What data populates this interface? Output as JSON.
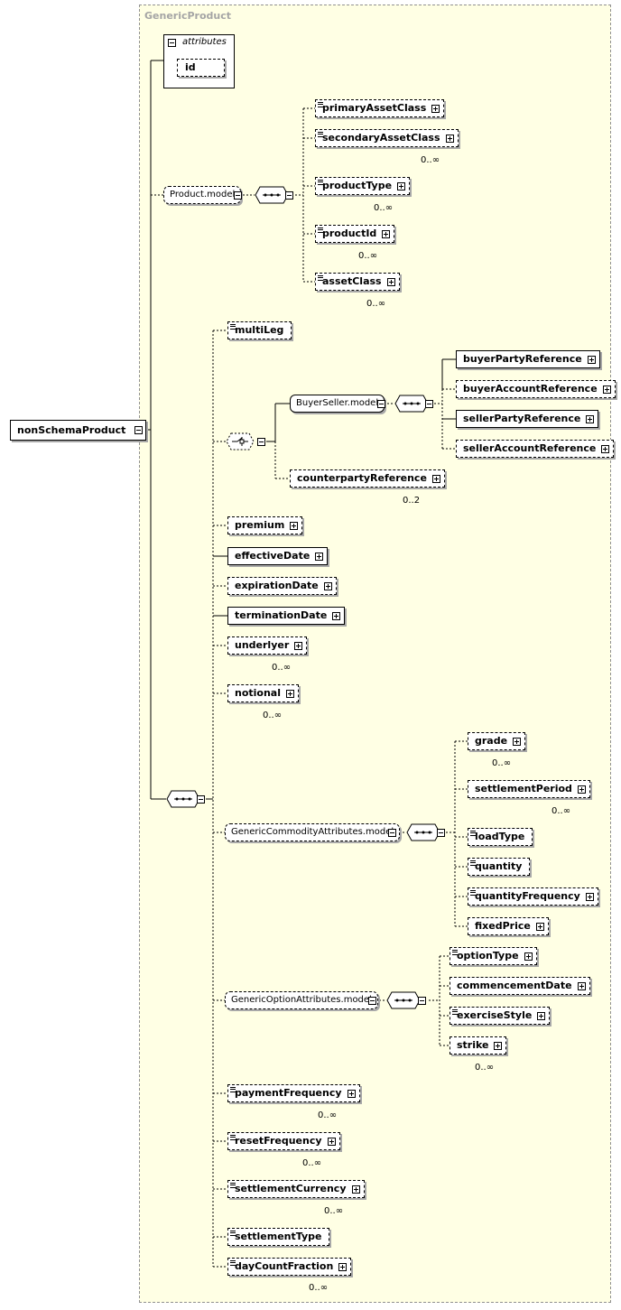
{
  "group_title": "GenericProduct",
  "root": "nonSchemaProduct",
  "attributes": {
    "label": "attributes",
    "items": [
      "id"
    ]
  },
  "product_model": {
    "label": "Product.model",
    "children": [
      {
        "name": "primaryAssetClass",
        "card": ""
      },
      {
        "name": "secondaryAssetClass",
        "card": "0..∞"
      },
      {
        "name": "productType",
        "card": "0..∞"
      },
      {
        "name": "productId",
        "card": "0..∞"
      },
      {
        "name": "assetClass",
        "card": "0..∞"
      }
    ]
  },
  "multiLeg": "multiLeg",
  "buyer_seller": {
    "label": "BuyerSeller.model",
    "children": [
      "buyerPartyReference",
      "buyerAccountReference",
      "sellerPartyReference",
      "sellerAccountReference"
    ],
    "counterparty": "counterpartyReference",
    "counterparty_card": "0..2"
  },
  "items": [
    {
      "name": "premium",
      "card": ""
    },
    {
      "name": "effectiveDate",
      "card": ""
    },
    {
      "name": "expirationDate",
      "card": ""
    },
    {
      "name": "terminationDate",
      "card": ""
    },
    {
      "name": "underlyer",
      "card": "0..∞"
    },
    {
      "name": "notional",
      "card": "0..∞"
    }
  ],
  "commodity": {
    "label": "GenericCommodityAttributes.model",
    "children": [
      {
        "name": "grade",
        "card": "0..∞"
      },
      {
        "name": "settlementPeriod",
        "card": "0..∞"
      },
      {
        "name": "loadType",
        "card": ""
      },
      {
        "name": "quantity",
        "card": ""
      },
      {
        "name": "quantityFrequency",
        "card": ""
      },
      {
        "name": "fixedPrice",
        "card": ""
      }
    ]
  },
  "option": {
    "label": "GenericOptionAttributes.model",
    "children": [
      {
        "name": "optionType",
        "card": ""
      },
      {
        "name": "commencementDate",
        "card": ""
      },
      {
        "name": "exerciseStyle",
        "card": ""
      },
      {
        "name": "strike",
        "card": "0..∞"
      }
    ]
  },
  "tail": [
    {
      "name": "paymentFrequency",
      "card": "0..∞"
    },
    {
      "name": "resetFrequency",
      "card": "0..∞"
    },
    {
      "name": "settlementCurrency",
      "card": "0..∞"
    },
    {
      "name": "settlementType",
      "card": ""
    },
    {
      "name": "dayCountFraction",
      "card": "0..∞"
    }
  ]
}
